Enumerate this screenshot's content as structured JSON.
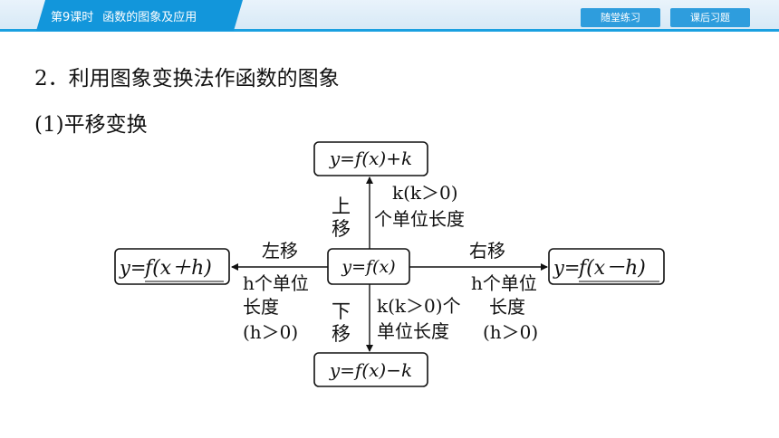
{
  "header": {
    "lesson_number": "第9课时",
    "lesson_title": "函数的图象及应用",
    "nav_buttons": [
      "随堂练习",
      "课后习题"
    ]
  },
  "content": {
    "heading": "2．利用图象变换法作函数的图象",
    "subheading": "(1)平移变换"
  },
  "diagram": {
    "center": "y=f(x)",
    "top_box": "y=f(x)+k",
    "bottom_box": "y=f(x)−k",
    "left_box_prefix": "y=",
    "left_box_answer": "f(x＋h)",
    "right_box_prefix": "y=",
    "right_box_answer": "f(x－h)",
    "up_label": [
      "上",
      "移"
    ],
    "up_desc": [
      "k(k＞0)",
      "个单位长度"
    ],
    "down_label": [
      "下",
      "移"
    ],
    "down_desc": [
      "k(k＞0)个",
      "单位长度"
    ],
    "left_label": "左移",
    "left_desc": [
      "h个单位",
      "长度",
      "(h＞0)"
    ],
    "right_label": "右移",
    "right_desc": [
      "h个单位",
      "长度",
      "(h＞0)"
    ],
    "answer_color": "#d8131f"
  }
}
